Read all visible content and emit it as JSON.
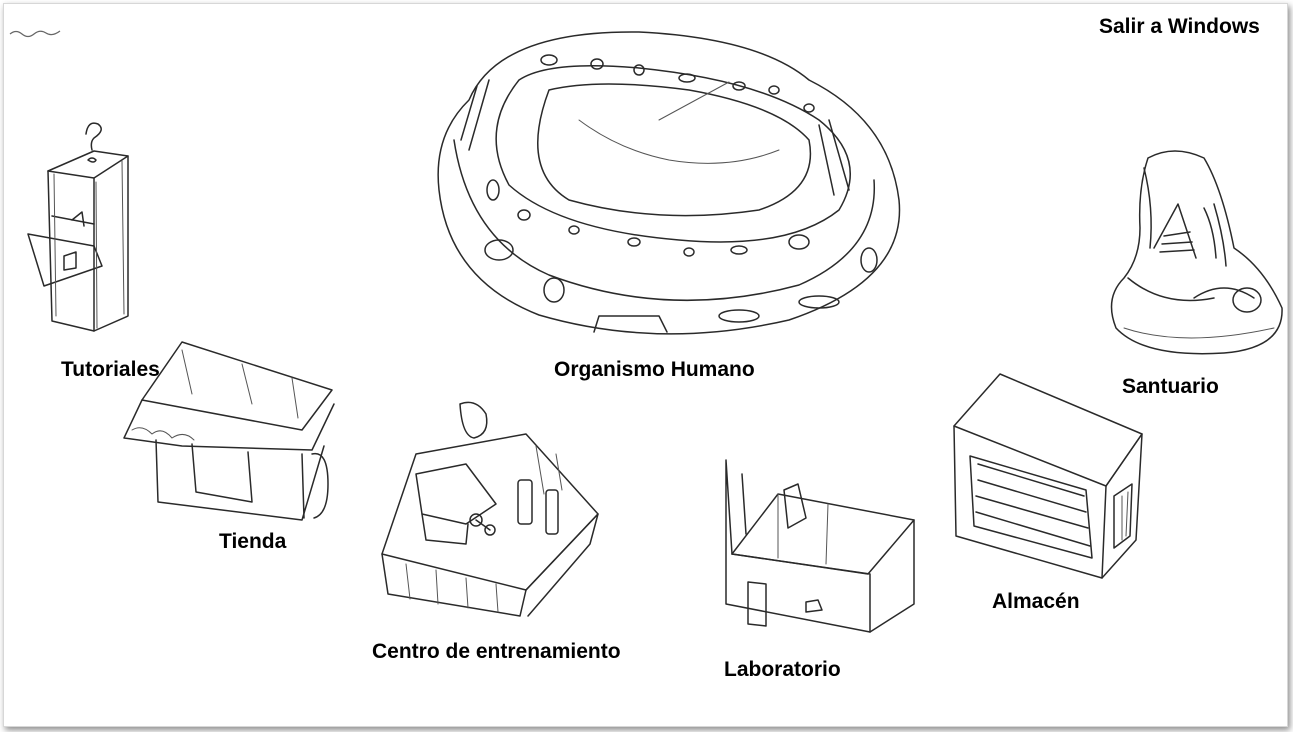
{
  "window": {
    "exit_label": "Salir a Windows"
  },
  "menu": {
    "tutoriales": {
      "label": "Tutoriales",
      "icon": "question-kiosk-icon"
    },
    "organismo": {
      "label": "Organismo Humano",
      "icon": "organism-body-icon"
    },
    "santuario": {
      "label": "Santuario",
      "icon": "sanctuary-icon"
    },
    "tienda": {
      "label": "Tienda",
      "icon": "shop-stall-icon"
    },
    "centro": {
      "label": "Centro de entrenamiento",
      "icon": "training-gym-icon"
    },
    "laboratorio": {
      "label": "Laboratorio",
      "icon": "laboratory-icon"
    },
    "almacen": {
      "label": "Almacén",
      "icon": "storage-box-icon"
    }
  },
  "colors": {
    "background": "#ffffff",
    "ink": "#000000",
    "frame_border": "#d7d7d7"
  }
}
